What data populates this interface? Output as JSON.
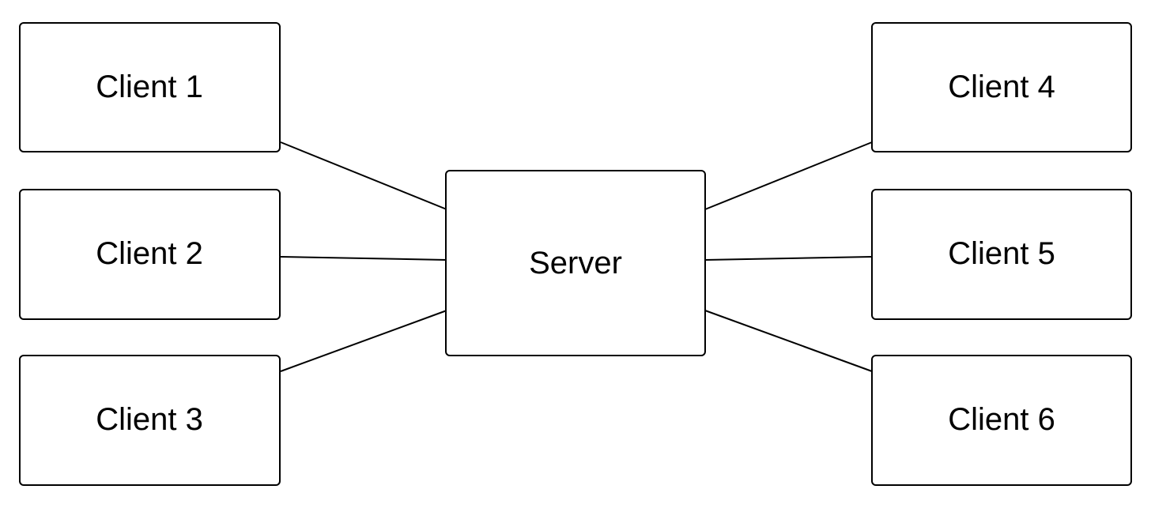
{
  "diagram": {
    "server": {
      "label": "Server"
    },
    "clients": [
      {
        "label": "Client 1"
      },
      {
        "label": "Client 2"
      },
      {
        "label": "Client 3"
      },
      {
        "label": "Client 4"
      },
      {
        "label": "Client 5"
      },
      {
        "label": "Client 6"
      }
    ],
    "edges": [
      {
        "from": "client-1",
        "to": "server"
      },
      {
        "from": "client-2",
        "to": "server"
      },
      {
        "from": "client-3",
        "to": "server"
      },
      {
        "from": "client-4",
        "to": "server"
      },
      {
        "from": "client-5",
        "to": "server"
      },
      {
        "from": "client-6",
        "to": "server"
      }
    ],
    "colors": {
      "stroke": "#000000",
      "fill": "#ffffff",
      "text": "#000000"
    }
  }
}
